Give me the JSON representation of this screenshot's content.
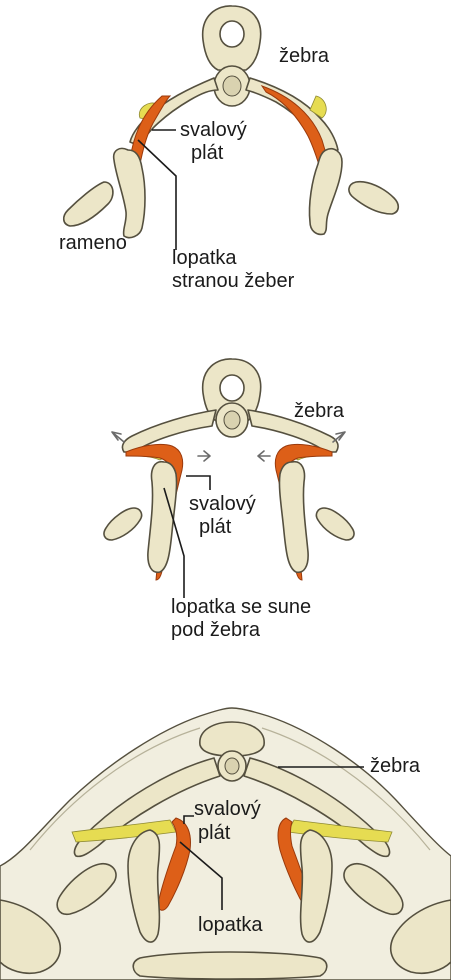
{
  "colors": {
    "bone": "#ece6c8",
    "bone_outline": "#55503f",
    "muscle": "#dd5f18",
    "muscle_outline": "#9a3a0c",
    "ligament": "#e6dc52",
    "carapace": "#f1eedf",
    "pointer": "#1b1b1b"
  },
  "panels": [
    {
      "labels": {
        "ribs": "žebra",
        "muscle_sheet_1": "svalový",
        "muscle_sheet_2": "plát",
        "shoulder": "rameno",
        "scapula_1": "lopatka",
        "scapula_2": "stranou žeber"
      }
    },
    {
      "labels": {
        "ribs": "žebra",
        "muscle_sheet_1": "svalový",
        "muscle_sheet_2": "plát",
        "scapula_1": "lopatka se sune",
        "scapula_2": "pod žebra"
      }
    },
    {
      "labels": {
        "ribs": "žebra",
        "muscle_sheet_1": "svalový",
        "muscle_sheet_2": "plát",
        "scapula": "lopatka"
      }
    }
  ]
}
